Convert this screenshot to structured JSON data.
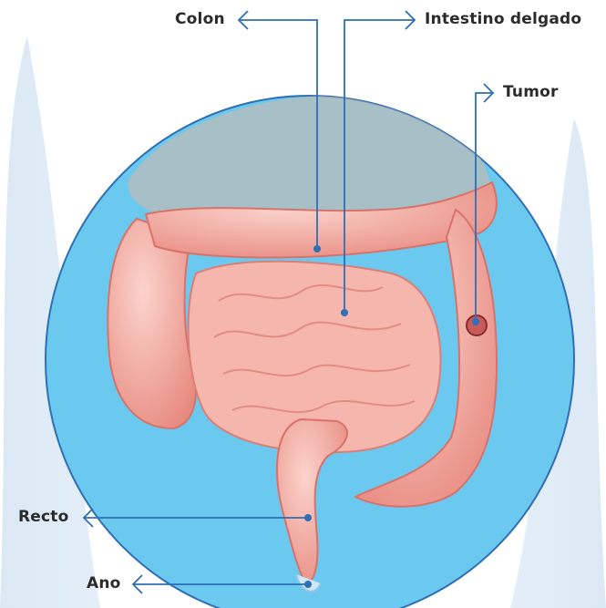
{
  "labels": {
    "colon": "Colon",
    "small_intestine": "Intestino delgado",
    "tumor": "Tumor",
    "rectum": "Recto",
    "anus": "Ano"
  },
  "colors": {
    "circle": "#6bc8ee",
    "circle_border": "#2f6fb5",
    "leader_line": "#2f6fb5",
    "bowel": "#f2a9a0",
    "tumor": "#c75a5a",
    "torso": "#e3eef8"
  }
}
